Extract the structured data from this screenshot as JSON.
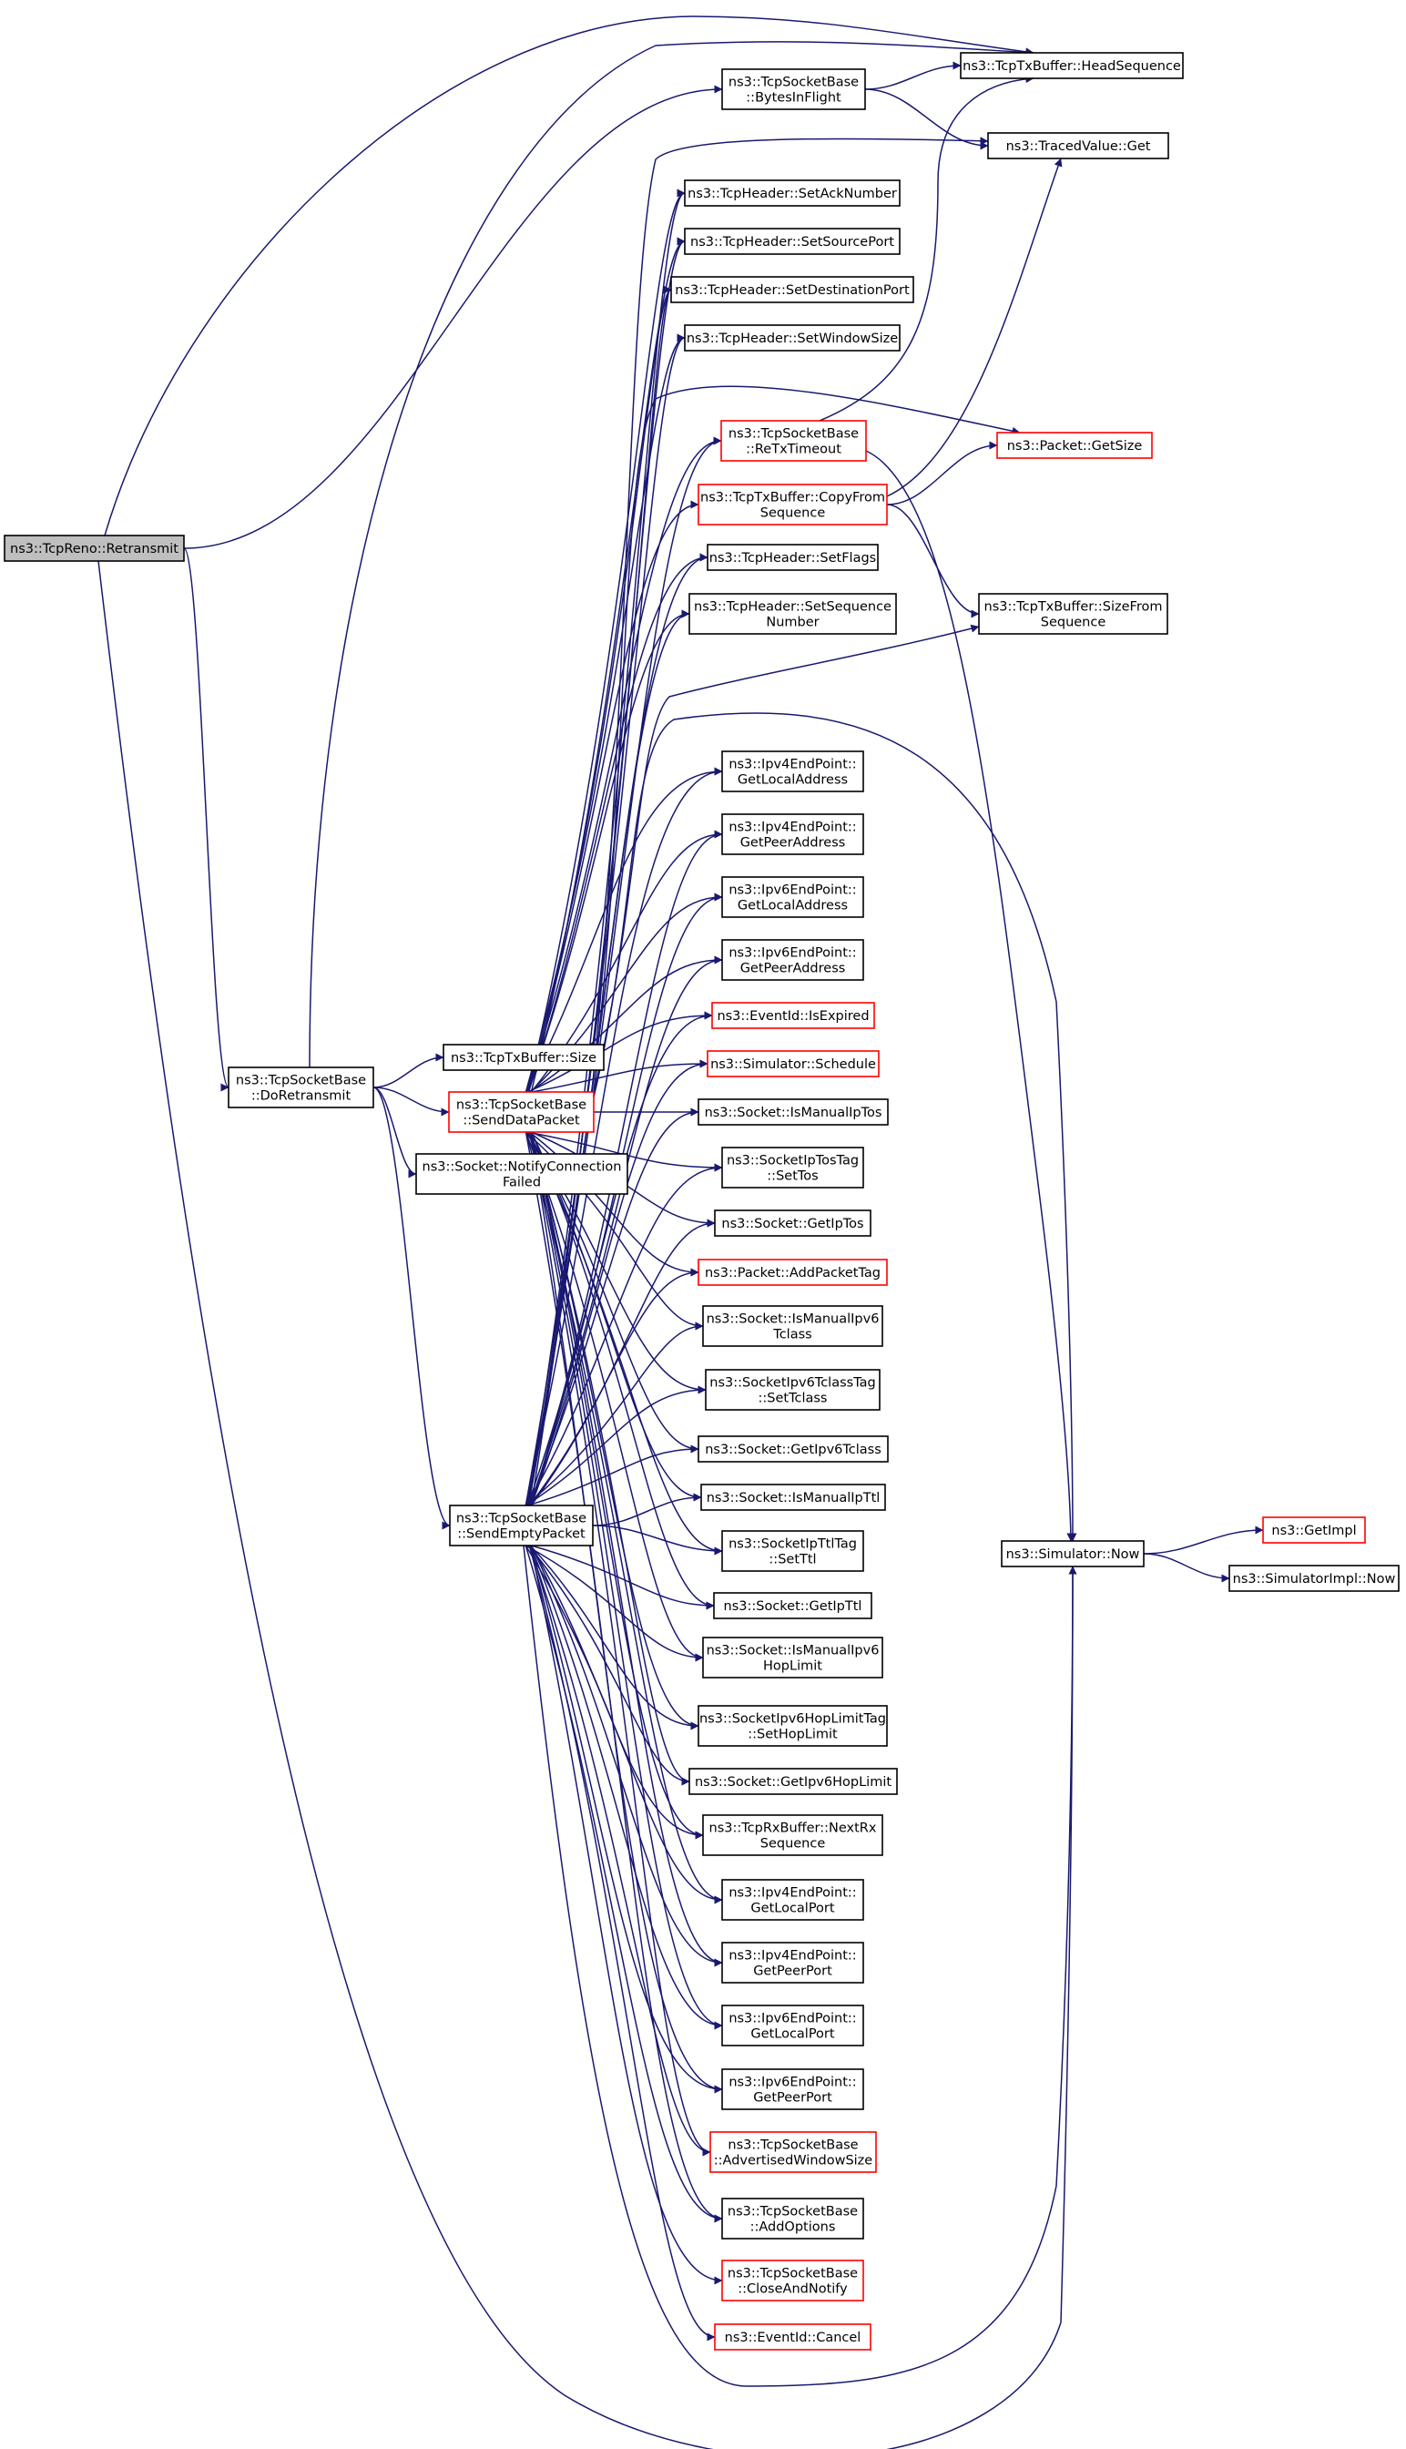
{
  "colors": {
    "edge": "#191970",
    "border_default": "#000000",
    "border_truncated": "#ff0000",
    "root_fill": "#bfbfbf",
    "node_fill": "#ffffff"
  },
  "nodes": [
    {
      "id": "root",
      "lines": [
        "ns3::TcpReno::Retransmit"
      ],
      "style": "root"
    },
    {
      "id": "doRetransmit",
      "lines": [
        "ns3::TcpSocketBase",
        "::DoRetransmit"
      ],
      "style": "normal"
    },
    {
      "id": "bytesInFlight",
      "lines": [
        "ns3::TcpSocketBase",
        "::BytesInFlight"
      ],
      "style": "normal"
    },
    {
      "id": "headSequence",
      "lines": [
        "ns3::TcpTxBuffer::HeadSequence"
      ],
      "style": "normal"
    },
    {
      "id": "tracedGet",
      "lines": [
        "ns3::TracedValue::Get"
      ],
      "style": "normal"
    },
    {
      "id": "setAckNumber",
      "lines": [
        "ns3::TcpHeader::SetAckNumber"
      ],
      "style": "normal"
    },
    {
      "id": "setSourcePort",
      "lines": [
        "ns3::TcpHeader::SetSourcePort"
      ],
      "style": "normal"
    },
    {
      "id": "setDestinationPort",
      "lines": [
        "ns3::TcpHeader::SetDestinationPort"
      ],
      "style": "normal"
    },
    {
      "id": "setWindowSize",
      "lines": [
        "ns3::TcpHeader::SetWindowSize"
      ],
      "style": "normal"
    },
    {
      "id": "reTxTimeout",
      "lines": [
        "ns3::TcpSocketBase",
        "::ReTxTimeout"
      ],
      "style": "truncated"
    },
    {
      "id": "packetGetSize",
      "lines": [
        "ns3::Packet::GetSize"
      ],
      "style": "truncated"
    },
    {
      "id": "copyFromSequence",
      "lines": [
        "ns3::TcpTxBuffer::CopyFrom",
        "Sequence"
      ],
      "style": "truncated"
    },
    {
      "id": "setFlags",
      "lines": [
        "ns3::TcpHeader::SetFlags"
      ],
      "style": "normal"
    },
    {
      "id": "setSequenceNumber",
      "lines": [
        "ns3::TcpHeader::SetSequence",
        "Number"
      ],
      "style": "normal"
    },
    {
      "id": "sizeFromSequence",
      "lines": [
        "ns3::TcpTxBuffer::SizeFrom",
        "Sequence"
      ],
      "style": "normal"
    },
    {
      "id": "ipv4GetLocalAddress",
      "lines": [
        "ns3::Ipv4EndPoint::",
        "GetLocalAddress"
      ],
      "style": "normal"
    },
    {
      "id": "ipv4GetPeerAddress",
      "lines": [
        "ns3::Ipv4EndPoint::",
        "GetPeerAddress"
      ],
      "style": "normal"
    },
    {
      "id": "ipv6GetLocalAddress",
      "lines": [
        "ns3::Ipv6EndPoint::",
        "GetLocalAddress"
      ],
      "style": "normal"
    },
    {
      "id": "ipv6GetPeerAddress",
      "lines": [
        "ns3::Ipv6EndPoint::",
        "GetPeerAddress"
      ],
      "style": "normal"
    },
    {
      "id": "eventIsExpired",
      "lines": [
        "ns3::EventId::IsExpired"
      ],
      "style": "truncated"
    },
    {
      "id": "txBufferSize",
      "lines": [
        "ns3::TcpTxBuffer::Size"
      ],
      "style": "normal"
    },
    {
      "id": "simulatorSchedule",
      "lines": [
        "ns3::Simulator::Schedule"
      ],
      "style": "truncated"
    },
    {
      "id": "sendDataPacket",
      "lines": [
        "ns3::TcpSocketBase",
        "::SendDataPacket"
      ],
      "style": "truncated"
    },
    {
      "id": "isManualIpTos",
      "lines": [
        "ns3::Socket::IsManualIpTos"
      ],
      "style": "normal"
    },
    {
      "id": "notifyConnectionFailed",
      "lines": [
        "ns3::Socket::NotifyConnection",
        "Failed"
      ],
      "style": "normal"
    },
    {
      "id": "socketIpTosTagSetTos",
      "lines": [
        "ns3::SocketIpTosTag",
        "::SetTos"
      ],
      "style": "normal"
    },
    {
      "id": "getIpTos",
      "lines": [
        "ns3::Socket::GetIpTos"
      ],
      "style": "normal"
    },
    {
      "id": "addPacketTag",
      "lines": [
        "ns3::Packet::AddPacketTag"
      ],
      "style": "truncated"
    },
    {
      "id": "isManualIpv6Tclass",
      "lines": [
        "ns3::Socket::IsManualIpv6",
        "Tclass"
      ],
      "style": "normal"
    },
    {
      "id": "ipv6TclassTagSetTclass",
      "lines": [
        "ns3::SocketIpv6TclassTag",
        "::SetTclass"
      ],
      "style": "normal"
    },
    {
      "id": "getIpv6Tclass",
      "lines": [
        "ns3::Socket::GetIpv6Tclass"
      ],
      "style": "normal"
    },
    {
      "id": "isManualIpTtl",
      "lines": [
        "ns3::Socket::IsManualIpTtl"
      ],
      "style": "normal"
    },
    {
      "id": "sendEmptyPacket",
      "lines": [
        "ns3::TcpSocketBase",
        "::SendEmptyPacket"
      ],
      "style": "normal"
    },
    {
      "id": "simulatorNow",
      "lines": [
        "ns3::Simulator::Now"
      ],
      "style": "normal"
    },
    {
      "id": "getImpl",
      "lines": [
        "ns3::GetImpl"
      ],
      "style": "truncated"
    },
    {
      "id": "ipTtlTagSetTtl",
      "lines": [
        "ns3::SocketIpTtlTag",
        "::SetTtl"
      ],
      "style": "normal"
    },
    {
      "id": "simulatorImplNow",
      "lines": [
        "ns3::SimulatorImpl::Now"
      ],
      "style": "normal"
    },
    {
      "id": "getIpTtl",
      "lines": [
        "ns3::Socket::GetIpTtl"
      ],
      "style": "normal"
    },
    {
      "id": "isManualIpv6HopLimit",
      "lines": [
        "ns3::Socket::IsManualIpv6",
        "HopLimit"
      ],
      "style": "normal"
    },
    {
      "id": "ipv6HopLimitTagSet",
      "lines": [
        "ns3::SocketIpv6HopLimitTag",
        "::SetHopLimit"
      ],
      "style": "normal"
    },
    {
      "id": "getIpv6HopLimit",
      "lines": [
        "ns3::Socket::GetIpv6HopLimit"
      ],
      "style": "normal"
    },
    {
      "id": "nextRxSequence",
      "lines": [
        "ns3::TcpRxBuffer::NextRx",
        "Sequence"
      ],
      "style": "normal"
    },
    {
      "id": "ipv4GetLocalPort",
      "lines": [
        "ns3::Ipv4EndPoint::",
        "GetLocalPort"
      ],
      "style": "normal"
    },
    {
      "id": "ipv4GetPeerPort",
      "lines": [
        "ns3::Ipv4EndPoint::",
        "GetPeerPort"
      ],
      "style": "normal"
    },
    {
      "id": "ipv6GetLocalPort",
      "lines": [
        "ns3::Ipv6EndPoint::",
        "GetLocalPort"
      ],
      "style": "normal"
    },
    {
      "id": "ipv6GetPeerPort",
      "lines": [
        "ns3::Ipv6EndPoint::",
        "GetPeerPort"
      ],
      "style": "normal"
    },
    {
      "id": "advertisedWindowSize",
      "lines": [
        "ns3::TcpSocketBase",
        "::AdvertisedWindowSize"
      ],
      "style": "truncated"
    },
    {
      "id": "addOptions",
      "lines": [
        "ns3::TcpSocketBase",
        "::AddOptions"
      ],
      "style": "normal"
    },
    {
      "id": "closeAndNotify",
      "lines": [
        "ns3::TcpSocketBase",
        "::CloseAndNotify"
      ],
      "style": "truncated"
    },
    {
      "id": "eventCancel",
      "lines": [
        "ns3::EventId::Cancel"
      ],
      "style": "truncated"
    }
  ],
  "edges": [
    [
      "root",
      "headSequence"
    ],
    [
      "root",
      "bytesInFlight"
    ],
    [
      "root",
      "doRetransmit"
    ],
    [
      "root",
      "simulatorNow"
    ],
    [
      "bytesInFlight",
      "headSequence"
    ],
    [
      "bytesInFlight",
      "tracedGet"
    ],
    [
      "doRetransmit",
      "headSequence"
    ],
    [
      "doRetransmit",
      "txBufferSize"
    ],
    [
      "doRetransmit",
      "sendDataPacket"
    ],
    [
      "doRetransmit",
      "notifyConnectionFailed"
    ],
    [
      "doRetransmit",
      "sendEmptyPacket"
    ],
    [
      "sendDataPacket",
      "tracedGet"
    ],
    [
      "sendDataPacket",
      "setAckNumber"
    ],
    [
      "sendDataPacket",
      "setSourcePort"
    ],
    [
      "sendDataPacket",
      "setDestinationPort"
    ],
    [
      "sendDataPacket",
      "setWindowSize"
    ],
    [
      "sendDataPacket",
      "reTxTimeout"
    ],
    [
      "sendDataPacket",
      "packetGetSize"
    ],
    [
      "sendDataPacket",
      "copyFromSequence"
    ],
    [
      "sendDataPacket",
      "setFlags"
    ],
    [
      "sendDataPacket",
      "setSequenceNumber"
    ],
    [
      "sendDataPacket",
      "sizeFromSequence"
    ],
    [
      "sendDataPacket",
      "simulatorNow"
    ],
    [
      "sendDataPacket",
      "ipv4GetLocalAddress"
    ],
    [
      "sendDataPacket",
      "ipv4GetPeerAddress"
    ],
    [
      "sendDataPacket",
      "ipv6GetLocalAddress"
    ],
    [
      "sendDataPacket",
      "ipv6GetPeerAddress"
    ],
    [
      "sendDataPacket",
      "eventIsExpired"
    ],
    [
      "sendDataPacket",
      "simulatorSchedule"
    ],
    [
      "sendDataPacket",
      "isManualIpTos"
    ],
    [
      "sendDataPacket",
      "socketIpTosTagSetTos"
    ],
    [
      "sendDataPacket",
      "getIpTos"
    ],
    [
      "sendDataPacket",
      "addPacketTag"
    ],
    [
      "sendDataPacket",
      "isManualIpv6Tclass"
    ],
    [
      "sendDataPacket",
      "ipv6TclassTagSetTclass"
    ],
    [
      "sendDataPacket",
      "getIpv6Tclass"
    ],
    [
      "sendDataPacket",
      "isManualIpTtl"
    ],
    [
      "sendDataPacket",
      "ipTtlTagSetTtl"
    ],
    [
      "sendDataPacket",
      "getIpTtl"
    ],
    [
      "sendDataPacket",
      "isManualIpv6HopLimit"
    ],
    [
      "sendDataPacket",
      "ipv6HopLimitTagSet"
    ],
    [
      "sendDataPacket",
      "getIpv6HopLimit"
    ],
    [
      "sendDataPacket",
      "nextRxSequence"
    ],
    [
      "sendDataPacket",
      "ipv4GetLocalPort"
    ],
    [
      "sendDataPacket",
      "ipv4GetPeerPort"
    ],
    [
      "sendDataPacket",
      "ipv6GetLocalPort"
    ],
    [
      "sendDataPacket",
      "ipv6GetPeerPort"
    ],
    [
      "sendDataPacket",
      "advertisedWindowSize"
    ],
    [
      "sendDataPacket",
      "addOptions"
    ],
    [
      "sendEmptyPacket",
      "setAckNumber"
    ],
    [
      "sendEmptyPacket",
      "setSourcePort"
    ],
    [
      "sendEmptyPacket",
      "setDestinationPort"
    ],
    [
      "sendEmptyPacket",
      "setWindowSize"
    ],
    [
      "sendEmptyPacket",
      "reTxTimeout"
    ],
    [
      "sendEmptyPacket",
      "setFlags"
    ],
    [
      "sendEmptyPacket",
      "setSequenceNumber"
    ],
    [
      "sendEmptyPacket",
      "ipv4GetLocalAddress"
    ],
    [
      "sendEmptyPacket",
      "ipv4GetPeerAddress"
    ],
    [
      "sendEmptyPacket",
      "ipv6GetLocalAddress"
    ],
    [
      "sendEmptyPacket",
      "ipv6GetPeerAddress"
    ],
    [
      "sendEmptyPacket",
      "eventIsExpired"
    ],
    [
      "sendEmptyPacket",
      "simulatorSchedule"
    ],
    [
      "sendEmptyPacket",
      "isManualIpTos"
    ],
    [
      "sendEmptyPacket",
      "socketIpTosTagSetTos"
    ],
    [
      "sendEmptyPacket",
      "getIpTos"
    ],
    [
      "sendEmptyPacket",
      "addPacketTag"
    ],
    [
      "sendEmptyPacket",
      "isManualIpv6Tclass"
    ],
    [
      "sendEmptyPacket",
      "ipv6TclassTagSetTclass"
    ],
    [
      "sendEmptyPacket",
      "getIpv6Tclass"
    ],
    [
      "sendEmptyPacket",
      "isManualIpTtl"
    ],
    [
      "sendEmptyPacket",
      "ipTtlTagSetTtl"
    ],
    [
      "sendEmptyPacket",
      "getIpTtl"
    ],
    [
      "sendEmptyPacket",
      "isManualIpv6HopLimit"
    ],
    [
      "sendEmptyPacket",
      "ipv6HopLimitTagSet"
    ],
    [
      "sendEmptyPacket",
      "getIpv6HopLimit"
    ],
    [
      "sendEmptyPacket",
      "nextRxSequence"
    ],
    [
      "sendEmptyPacket",
      "ipv4GetLocalPort"
    ],
    [
      "sendEmptyPacket",
      "ipv4GetPeerPort"
    ],
    [
      "sendEmptyPacket",
      "ipv6GetLocalPort"
    ],
    [
      "sendEmptyPacket",
      "ipv6GetPeerPort"
    ],
    [
      "sendEmptyPacket",
      "advertisedWindowSize"
    ],
    [
      "sendEmptyPacket",
      "addOptions"
    ],
    [
      "sendEmptyPacket",
      "closeAndNotify"
    ],
    [
      "sendEmptyPacket",
      "eventCancel"
    ],
    [
      "sendEmptyPacket",
      "simulatorNow"
    ],
    [
      "reTxTimeout",
      "headSequence"
    ],
    [
      "reTxTimeout",
      "simulatorNow"
    ],
    [
      "copyFromSequence",
      "packetGetSize"
    ],
    [
      "copyFromSequence",
      "tracedGet"
    ],
    [
      "copyFromSequence",
      "sizeFromSequence"
    ],
    [
      "simulatorNow",
      "getImpl"
    ],
    [
      "simulatorNow",
      "simulatorImplNow"
    ]
  ]
}
